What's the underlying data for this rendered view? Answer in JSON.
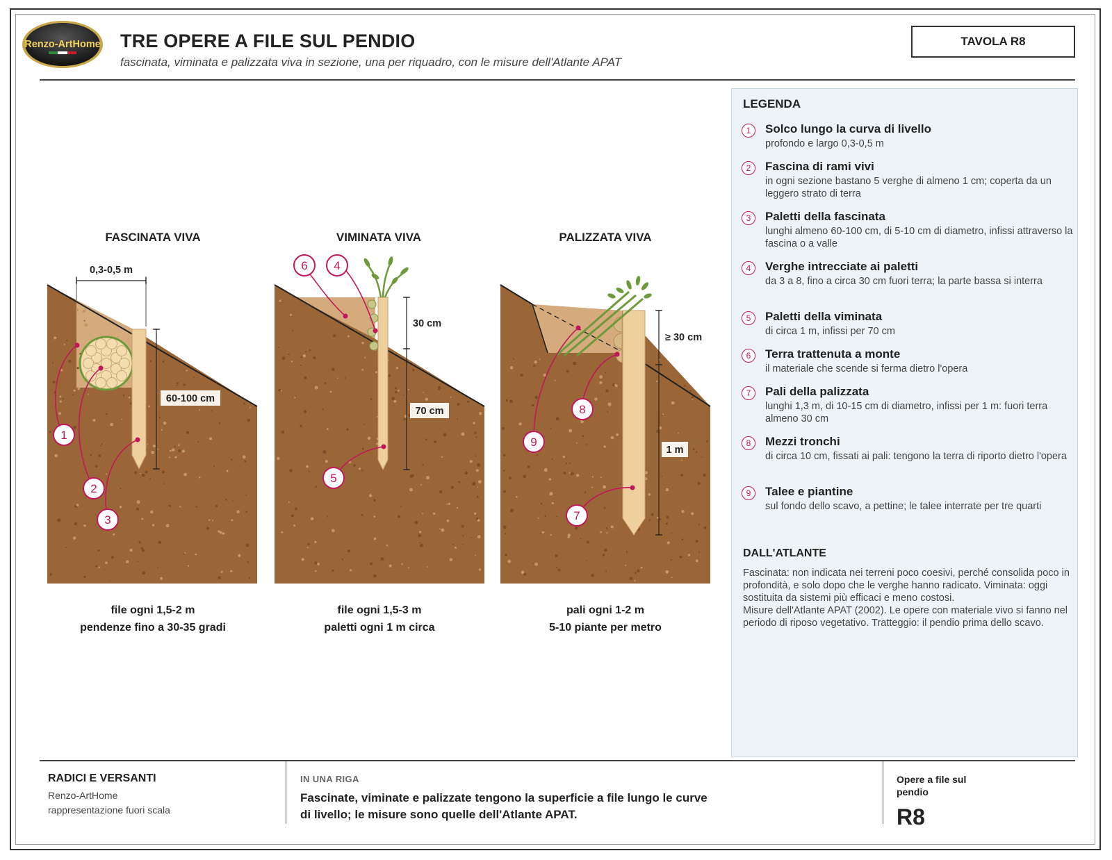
{
  "header": {
    "logo_text": "Renzo-ArtHome",
    "title": "TRE OPERE A FILE SUL PENDIO",
    "subtitle": "fascinata, viminata e palizzata viva in sezione, una per riquadro, con le misure dell'Atlante APAT",
    "tavola": "TAVOLA R8"
  },
  "panels": [
    {
      "title": "FASCINATA VIVA",
      "caption_1": "file ogni 1,5-2 m",
      "caption_2": "pendenze fino a 30-35 gradi",
      "dims": [
        "0,3-0,5 m",
        "60-100 cm"
      ]
    },
    {
      "title": "VIMINATA VIVA",
      "caption_1": "file ogni 1,5-3 m",
      "caption_2": "paletti ogni 1 m circa",
      "dims": [
        "30 cm",
        "70 cm"
      ]
    },
    {
      "title": "PALIZZATA VIVA",
      "caption_1": "pali ogni 1-2 m",
      "caption_2": "5-10 piante per metro",
      "dims": [
        "≥ 30 cm",
        "1 m"
      ]
    }
  ],
  "callouts": [
    "1",
    "2",
    "3",
    "4",
    "5",
    "6",
    "7",
    "8",
    "9"
  ],
  "legend": {
    "heading": "LEGENDA",
    "items": [
      {
        "num": "1",
        "title": "Solco lungo la curva di livello",
        "desc": "profondo e largo 0,3-0,5 m"
      },
      {
        "num": "2",
        "title": "Fascina di rami vivi",
        "desc": "in ogni sezione bastano 5 verghe di almeno 1 cm; coperta da un leggero strato di terra"
      },
      {
        "num": "3",
        "title": "Paletti della fascinata",
        "desc": "lunghi almeno 60-100 cm, di 5-10 cm di diametro, infissi attraverso la fascina o a valle"
      },
      {
        "num": "4",
        "title": "Verghe intrecciate ai paletti",
        "desc": "da 3 a 8, fino a circa 30 cm fuori terra; la parte bassa si interra"
      },
      {
        "num": "5",
        "title": "Paletti della viminata",
        "desc": "di circa 1 m, infissi per 70 cm"
      },
      {
        "num": "6",
        "title": "Terra trattenuta a monte",
        "desc": "il materiale che scende si ferma dietro l'opera"
      },
      {
        "num": "7",
        "title": "Pali della palizzata",
        "desc": "lunghi 1,3 m, di 10-15 cm di diametro, infissi per 1 m: fuori terra almeno 30 cm"
      },
      {
        "num": "8",
        "title": "Mezzi tronchi",
        "desc": "di circa 10 cm, fissati ai pali: tengono la terra di riporto dietro l'opera"
      },
      {
        "num": "9",
        "title": "Talee e piantine",
        "desc": "sul fondo dello scavo, a pettine; le talee interrate per tre quarti"
      }
    ],
    "atlas_heading": "DALL'ATLANTE",
    "atlas_text_1": "Fascinata: non indicata nei terreni poco coesivi, perché consolida poco in profondità, e solo dopo che le verghe hanno radicato. Viminata: oggi sostituita da sistemi più efficaci e meno costosi.",
    "atlas_text_2": "Misure dell'Atlante APAT (2002). Le opere con materiale vivo si fanno nel periodo di riposo vegetativo. Tratteggio: il pendio prima dello scavo."
  },
  "footer": {
    "series": "RADICI E VERSANTI",
    "author": "Renzo-ArtHome",
    "scale_note": "rappresentazione fuori scala",
    "label": "IN UNA RIGA",
    "text": "Fascinate, viminate e palizzate tengono la superficie a file lungo le curve di livello; le misure sono quelle dell'Atlante APAT.",
    "sheet_name": "Opere a file sul pendio",
    "sheet_code": "R8"
  },
  "colors": {
    "soil": "#9b6637",
    "fill": "#d5ab7e",
    "wood": "#efcf9e",
    "callout": "#c0185a",
    "plant": "#6f9a3a"
  }
}
